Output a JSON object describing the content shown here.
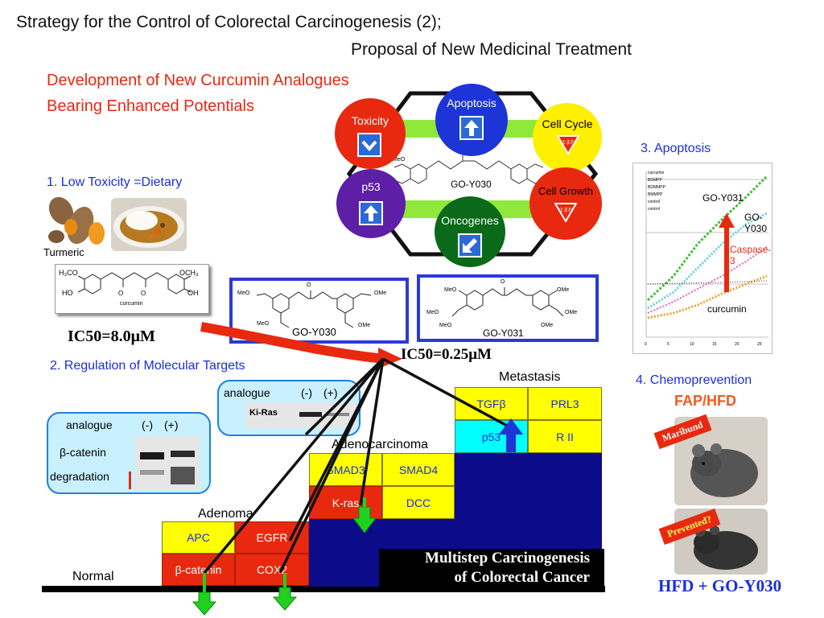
{
  "title": {
    "line1": "Strategy for the Control of Colorectal Carcinogenesis (2);",
    "line2": "Proposal of New Medicinal Treatment"
  },
  "development": {
    "line1": "Development of New Curcumin Analogues",
    "line2": "Bearing Enhanced Potentials"
  },
  "hexagon": {
    "center_label": "GO-Y030",
    "apoptosis": "Apoptosis",
    "toxicity": "Toxicity",
    "cell_cycle": "Cell Cycle",
    "p53": "p53",
    "cell_growth": "Cell Growth",
    "oncogenes": "Oncogenes",
    "stop_sign": "止まれ"
  },
  "section1": {
    "heading": "1. Low Toxicity =Dietary",
    "turmeric": "Turmeric",
    "curcumin_label": "curcumin",
    "ic50_curcumin": "IC50=8.0μM"
  },
  "molecules": {
    "go_y030": "GO-Y030",
    "go_y031": "GO-Y031",
    "ic50_analogue": "IC50=0.25μM"
  },
  "section2": {
    "heading": "2. Regulation of Molecular Targets",
    "blot1": {
      "analogue": "analogue",
      "minus": "(-)",
      "plus": "(+)",
      "row1": "β-catenin",
      "row2": "degradation"
    },
    "blot2": {
      "analogue": "analogue",
      "minus": "(-)",
      "plus": "(+)",
      "band": "Ki-Ras"
    }
  },
  "section3": {
    "heading": "3. Apoptosis",
    "legend": [
      "curcumin",
      "BDMPP",
      "BDMMPP",
      "BMMPP",
      "control",
      "control"
    ],
    "x_ticks": [
      "0",
      "5",
      "10",
      "15",
      "20",
      "25"
    ],
    "go_y031": "GO-Y031",
    "go_y030": "GO-Y030",
    "caspase": "Caspase-3",
    "curcumin": "curcumin",
    "colors": {
      "curcumin": "#f2a02a",
      "go_y030": "#5ad0e8",
      "go_y031": "#46c03a",
      "bmmpp": "#e060c0"
    }
  },
  "section4": {
    "heading": "4. Chemoprevention",
    "subtitle": "FAP/HFD",
    "stamp1": "Maribund",
    "stamp2": "Prevented?",
    "caption": "HFD + GO-Y030"
  },
  "carcinogenesis": {
    "normal": "Normal",
    "adenoma": "Adenoma",
    "adenocarcinoma": "Adenocarcinoma",
    "metastasis": "Metastasis",
    "genes": {
      "apc": "APC",
      "beta_catenin": "β-catenin",
      "egfr": "EGFR",
      "cox2": "COX2",
      "smad3": "SMAD3",
      "smad4": "SMAD4",
      "kras": "K-ras",
      "dcc": "DCC",
      "tgfb": "TGFβ",
      "prl3": "PRL3",
      "p53": "p53",
      "r2": "R II"
    },
    "caption_line1": "Multistep Carcinogenesis",
    "caption_line2": "of Colorectal Cancer"
  }
}
